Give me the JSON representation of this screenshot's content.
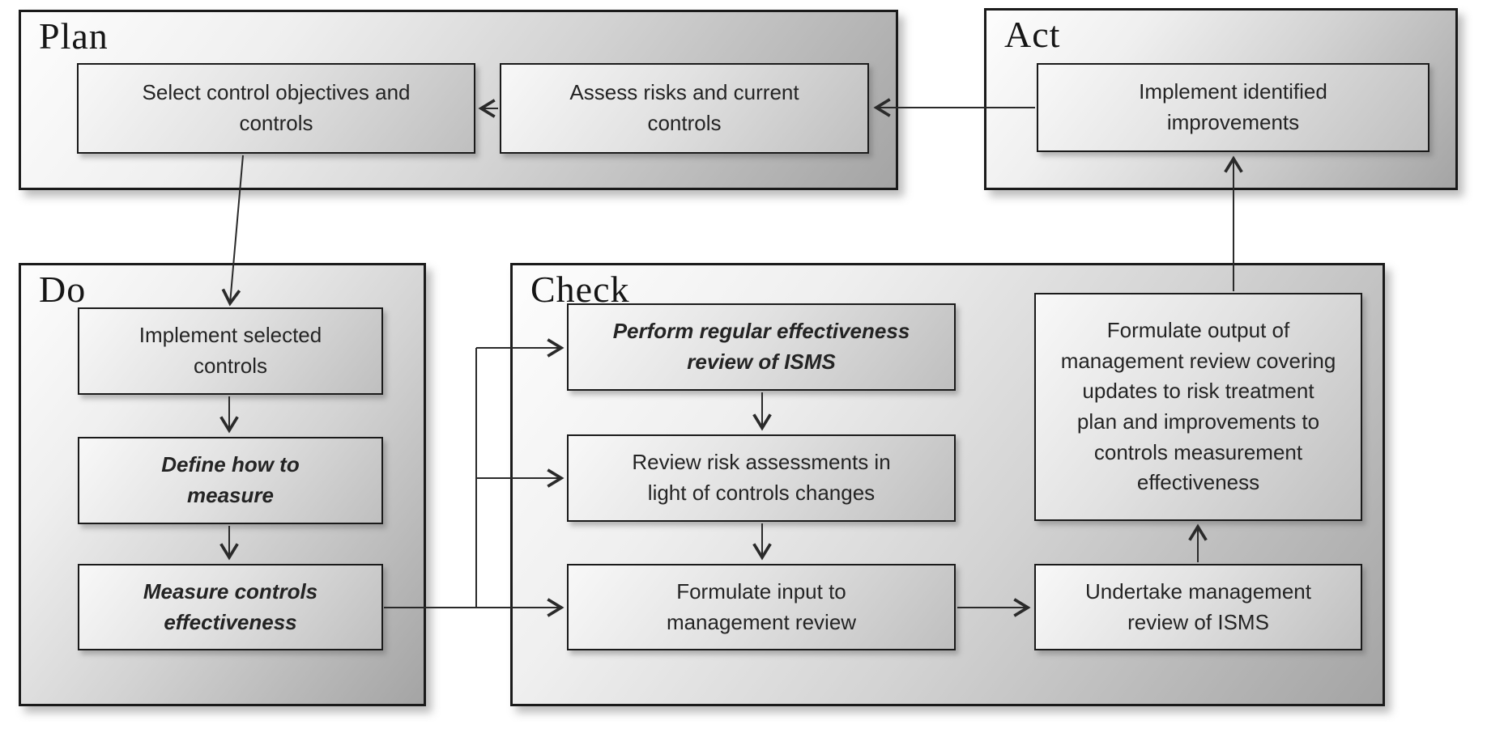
{
  "groups": {
    "plan": {
      "label": "Plan"
    },
    "do": {
      "label": "Do"
    },
    "check": {
      "label": "Check"
    },
    "act": {
      "label": "Act"
    }
  },
  "boxes": {
    "select_controls": {
      "text": "Select control objectives and\ncontrols",
      "emphasis": false,
      "group": "plan"
    },
    "assess_risks": {
      "text": "Assess risks and current\ncontrols",
      "emphasis": false,
      "group": "plan"
    },
    "implement_improvements": {
      "text": "Implement identified\nimprovements",
      "emphasis": false,
      "group": "act"
    },
    "implement_selected": {
      "text": "Implement selected\ncontrols",
      "emphasis": false,
      "group": "do"
    },
    "define_how_to_measure": {
      "text": "Define how to\nmeasure",
      "emphasis": true,
      "group": "do"
    },
    "measure_controls": {
      "text": "Measure controls\neffectiveness",
      "emphasis": true,
      "group": "do"
    },
    "perform_review": {
      "text": "Perform regular effectiveness\nreview of ISMS",
      "emphasis": true,
      "group": "check"
    },
    "review_risk_assessments": {
      "text": "Review risk assessments in\nlight of controls changes",
      "emphasis": false,
      "group": "check"
    },
    "formulate_input": {
      "text": "Formulate input to\nmanagement review",
      "emphasis": false,
      "group": "check"
    },
    "formulate_output": {
      "text": "Formulate output of\nmanagement review covering\nupdates to risk treatment\nplan and improvements to\ncontrols measurement\neffectiveness",
      "emphasis": false,
      "group": "check"
    },
    "undertake_review": {
      "text": "Undertake management\nreview of ISMS",
      "emphasis": false,
      "group": "check"
    }
  },
  "edges": [
    {
      "from": "assess_risks",
      "to": "select_controls"
    },
    {
      "from": "implement_improvements",
      "to": "assess_risks"
    },
    {
      "from": "select_controls",
      "to": "implement_selected"
    },
    {
      "from": "implement_selected",
      "to": "define_how_to_measure"
    },
    {
      "from": "define_how_to_measure",
      "to": "measure_controls"
    },
    {
      "from": "measure_controls",
      "to": "perform_review"
    },
    {
      "from": "measure_controls",
      "to": "review_risk_assessments"
    },
    {
      "from": "measure_controls",
      "to": "formulate_input"
    },
    {
      "from": "perform_review",
      "to": "review_risk_assessments"
    },
    {
      "from": "review_risk_assessments",
      "to": "formulate_input"
    },
    {
      "from": "formulate_input",
      "to": "undertake_review"
    },
    {
      "from": "undertake_review",
      "to": "formulate_output"
    },
    {
      "from": "formulate_output",
      "to": "implement_improvements"
    }
  ],
  "colors": {
    "background": "#ffffff",
    "container_border": "#1a1a1a",
    "box_border": "#1a1a1a",
    "connector": "#2a2a2a",
    "container_gradient_light": "#fdfdfd",
    "container_gradient_dark": "#a4a4a4",
    "box_gradient_light": "#f8f8f8",
    "box_gradient_dark": "#bfbfbf",
    "text": "#242424"
  }
}
